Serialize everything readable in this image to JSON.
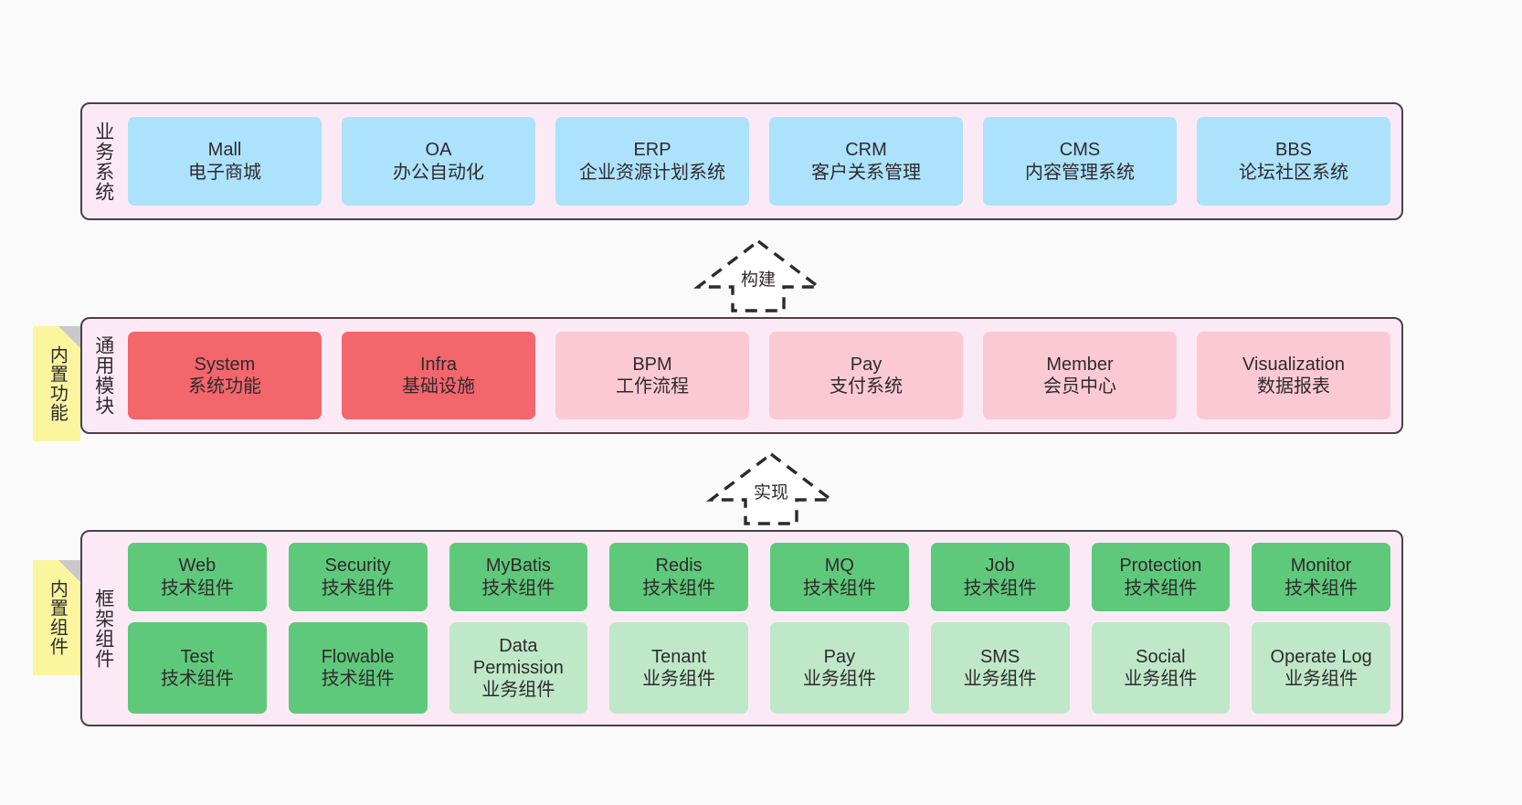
{
  "diagram": {
    "background_color": "#fafafa",
    "panel_color": "#fbeaf5",
    "panel_border_color": "#4a404a",
    "tag_color": "#fbf5a0"
  },
  "layers": [
    {
      "id": "business-system",
      "title": "业务系统",
      "rows": [
        {
          "cards": [
            {
              "name": "Mall",
              "title": "Mall",
              "subtitle": "电子商城",
              "color": "#ace2fb",
              "style": "c-blue"
            },
            {
              "name": "OA",
              "title": "OA",
              "subtitle": "办公自动化",
              "color": "#ace2fb",
              "style": "c-blue"
            },
            {
              "name": "ERP",
              "title": "ERP",
              "subtitle": "企业资源计划系统",
              "color": "#ace2fb",
              "style": "c-blue"
            },
            {
              "name": "CRM",
              "title": "CRM",
              "subtitle": "客户关系管理",
              "color": "#ace2fb",
              "style": "c-blue"
            },
            {
              "name": "CMS",
              "title": "CMS",
              "subtitle": "内容管理系统",
              "color": "#ace2fb",
              "style": "c-blue"
            },
            {
              "name": "BBS",
              "title": "BBS",
              "subtitle": "论坛社区系统",
              "color": "#ace2fb",
              "style": "c-blue"
            }
          ]
        }
      ]
    },
    {
      "id": "common-module",
      "title": "通用模块",
      "rows": [
        {
          "cards": [
            {
              "name": "System",
              "title": "System",
              "subtitle": "系统功能",
              "color": "#f2666c",
              "style": "c-red"
            },
            {
              "name": "Infra",
              "title": "Infra",
              "subtitle": "基础设施",
              "color": "#f2666c",
              "style": "c-red"
            },
            {
              "name": "BPM",
              "title": "BPM",
              "subtitle": "工作流程",
              "color": "#fbc9d4",
              "style": "c-pink"
            },
            {
              "name": "Pay",
              "title": "Pay",
              "subtitle": "支付系统",
              "color": "#fbc9d4",
              "style": "c-pink"
            },
            {
              "name": "Member",
              "title": "Member",
              "subtitle": "会员中心",
              "color": "#fbc9d4",
              "style": "c-pink"
            },
            {
              "name": "Visualization",
              "title": "Visualization",
              "subtitle": "数据报表",
              "color": "#fbc9d4",
              "style": "c-pink"
            }
          ]
        }
      ]
    },
    {
      "id": "framework-component",
      "title": "框架组件",
      "rows": [
        {
          "cards": [
            {
              "name": "Web",
              "title": "Web",
              "subtitle": "技术组件",
              "color": "#5fc97b",
              "style": "c-green"
            },
            {
              "name": "Security",
              "title": "Security",
              "subtitle": "技术组件",
              "color": "#5fc97b",
              "style": "c-green"
            },
            {
              "name": "MyBatis",
              "title": "MyBatis",
              "subtitle": "技术组件",
              "color": "#5fc97b",
              "style": "c-green"
            },
            {
              "name": "Redis",
              "title": "Redis",
              "subtitle": "技术组件",
              "color": "#5fc97b",
              "style": "c-green"
            },
            {
              "name": "MQ",
              "title": "MQ",
              "subtitle": "技术组件",
              "color": "#5fc97b",
              "style": "c-green"
            },
            {
              "name": "Job",
              "title": "Job",
              "subtitle": "技术组件",
              "color": "#5fc97b",
              "style": "c-green"
            },
            {
              "name": "Protection",
              "title": "Protection",
              "subtitle": "技术组件",
              "color": "#5fc97b",
              "style": "c-green"
            },
            {
              "name": "Monitor",
              "title": "Monitor",
              "subtitle": "技术组件",
              "color": "#5fc97b",
              "style": "c-green"
            }
          ]
        },
        {
          "cards": [
            {
              "name": "Test",
              "title": "Test",
              "subtitle": "技术组件",
              "color": "#5fc97b",
              "style": "c-green"
            },
            {
              "name": "Flowable",
              "title": "Flowable",
              "subtitle": "技术组件",
              "color": "#5fc97b",
              "style": "c-green"
            },
            {
              "name": "Data Permission",
              "title": "Data Permission",
              "subtitle": "业务组件",
              "color": "#bfe8c8",
              "style": "c-lightgreen",
              "wrap": true
            },
            {
              "name": "Tenant",
              "title": "Tenant",
              "subtitle": "业务组件",
              "color": "#bfe8c8",
              "style": "c-lightgreen"
            },
            {
              "name": "Pay",
              "title": "Pay",
              "subtitle": "业务组件",
              "color": "#bfe8c8",
              "style": "c-lightgreen"
            },
            {
              "name": "SMS",
              "title": "SMS",
              "subtitle": "业务组件",
              "color": "#bfe8c8",
              "style": "c-lightgreen"
            },
            {
              "name": "Social",
              "title": "Social",
              "subtitle": "业务组件",
              "color": "#bfe8c8",
              "style": "c-lightgreen"
            },
            {
              "name": "Operate Log",
              "title": "Operate Log",
              "subtitle": "业务组件",
              "color": "#bfe8c8",
              "style": "c-lightgreen"
            }
          ]
        }
      ]
    }
  ],
  "tags": [
    {
      "id": "builtin-function",
      "label": "内置功能"
    },
    {
      "id": "builtin-component",
      "label": "内置组件"
    }
  ],
  "arrows": [
    {
      "id": "build",
      "label": "构建",
      "direction": "up",
      "style": "dashed-hollow"
    },
    {
      "id": "implement",
      "label": "实现",
      "direction": "up",
      "style": "dashed-hollow"
    }
  ]
}
